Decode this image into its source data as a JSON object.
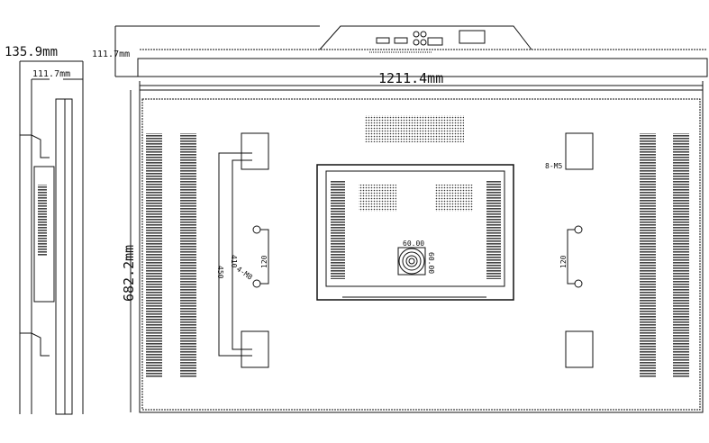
{
  "dimensions": {
    "side_depth": "135.9mm",
    "side_inner_depth": "111.7mm",
    "top_depth": "111.7mm",
    "width": "1211.4mm",
    "height": "682.2mm"
  },
  "bracket_labels": {
    "vertical_outer": "450",
    "vertical_inner": "410",
    "screw_left": "4-M8",
    "screw_right": "8-M5",
    "pitch_left": "120",
    "pitch_right": "120"
  },
  "fan": {
    "width": "60.00",
    "height": "60.00"
  },
  "colors": {
    "line": "#111111",
    "vent": "#444444"
  }
}
